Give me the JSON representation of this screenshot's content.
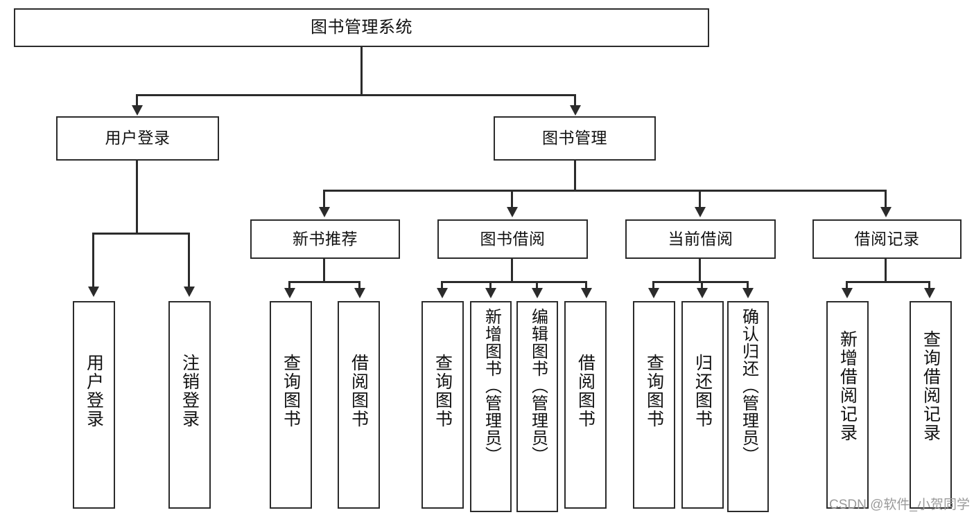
{
  "diagram": {
    "title": "图书管理系统",
    "type": "hierarchy-tree",
    "levels": 4,
    "root": {
      "label": "图书管理系统"
    },
    "level2": [
      {
        "id": "user-login",
        "label": "用户登录"
      },
      {
        "id": "book-management",
        "label": "图书管理"
      }
    ],
    "level3": [
      {
        "id": "new-book-recommend",
        "label": "新书推荐",
        "parent": "book-management"
      },
      {
        "id": "book-borrow",
        "label": "图书借阅",
        "parent": "book-management"
      },
      {
        "id": "current-borrow",
        "label": "当前借阅",
        "parent": "book-management"
      },
      {
        "id": "borrow-record",
        "label": "借阅记录",
        "parent": "book-management"
      }
    ],
    "leaves": {
      "user_login": [
        {
          "id": "leaf-user-login",
          "label": "用户登录"
        },
        {
          "id": "leaf-logout",
          "label": "注销登录"
        }
      ],
      "new_book_recommend": [
        {
          "id": "leaf-query-book-1",
          "label": "查询图书"
        },
        {
          "id": "leaf-borrow-book-1",
          "label": "借阅图书"
        }
      ],
      "book_borrow": [
        {
          "id": "leaf-query-book-2",
          "label": "查询图书"
        },
        {
          "id": "leaf-add-book",
          "label": "新增图书（管理员）"
        },
        {
          "id": "leaf-edit-book",
          "label": "编辑图书（管理员）"
        },
        {
          "id": "leaf-borrow-book-2",
          "label": "借阅图书"
        }
      ],
      "current_borrow": [
        {
          "id": "leaf-query-book-3",
          "label": "查询图书"
        },
        {
          "id": "leaf-return-book",
          "label": "归还图书"
        },
        {
          "id": "leaf-confirm-return",
          "label": "确认归还（管理员）"
        }
      ],
      "borrow_record": [
        {
          "id": "leaf-add-record",
          "label": "新增借阅记录"
        },
        {
          "id": "leaf-query-record",
          "label": "查询借阅记录"
        }
      ]
    }
  },
  "watermark": {
    "text": "CSDN @软件_小贺同学"
  },
  "colors": {
    "stroke": "#2b2b2b",
    "fill": "#ffffff",
    "text": "#111111",
    "watermark": "#9a9a9a"
  }
}
